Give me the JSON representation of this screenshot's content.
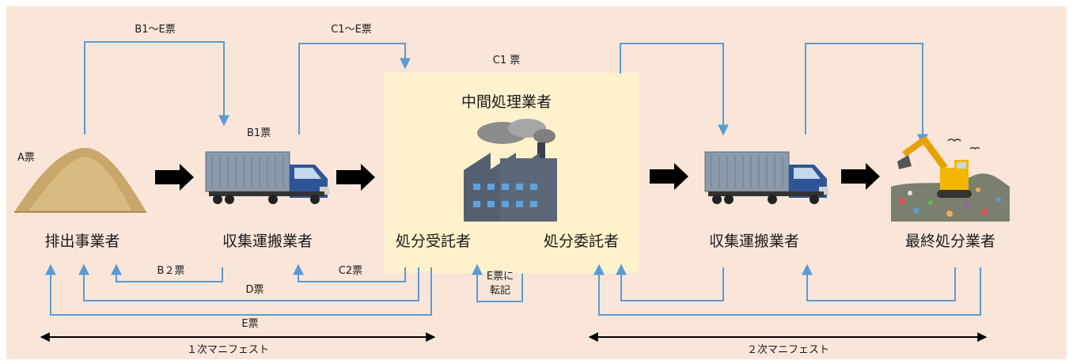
{
  "actors": {
    "discharger": "排出事業者",
    "transporter1": "収集運搬業者",
    "intermediate": "中間処理業者",
    "consignee": "処分受託者",
    "consignor": "処分委託者",
    "transporter2": "収集運搬業者",
    "final_disposal": "最終処分業者"
  },
  "slips": {
    "a": "A票",
    "b1_e": "B1～E票",
    "b1": "B1票",
    "c1_e": "C1～E票",
    "c1": "C1 票",
    "b2": "B２票",
    "c2": "C2票",
    "d": "D票",
    "e": "E票",
    "e_transfer_line1": "E票に",
    "e_transfer_line2": "転記"
  },
  "phases": {
    "primary": "１次マニフェスト",
    "secondary": "２次マニフェスト"
  },
  "colors": {
    "background": "#fae6d9",
    "center_box": "#fef2cc",
    "flow_line": "#5b9bd5",
    "process_arrow": "#000000"
  },
  "icons": [
    "sand-pile-icon",
    "truck-icon",
    "factory-icon",
    "excavator-landfill-icon"
  ]
}
